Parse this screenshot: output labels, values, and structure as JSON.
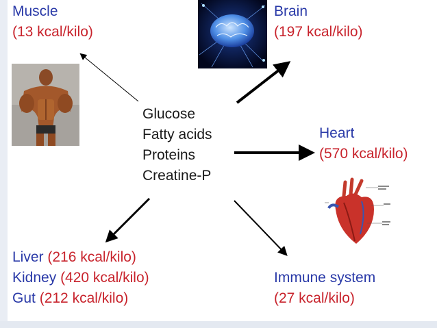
{
  "center": {
    "items": [
      "Glucose",
      "Fatty acids",
      "Proteins",
      "Creatine-P"
    ]
  },
  "muscle": {
    "name": "Muscle",
    "rate": "(13 kcal/kilo)"
  },
  "brain": {
    "name": "Brain",
    "rate": "(197 kcal/kilo)"
  },
  "heart": {
    "name": "Heart",
    "rate": "(570 kcal/kilo)"
  },
  "organs": [
    {
      "name": "Liver",
      "rate": "(216 kcal/kilo)"
    },
    {
      "name": "Kidney",
      "rate": "(420 kcal/kilo)"
    },
    {
      "name": "Gut",
      "rate": "(212 kcal/kilo)"
    }
  ],
  "immune": {
    "name": "Immune system",
    "rate": "(27 kcal/kilo)"
  },
  "colors": {
    "name": "#2a3aa8",
    "rate": "#c8232c",
    "center": "#1a1a1a",
    "arrow": "#000000"
  }
}
